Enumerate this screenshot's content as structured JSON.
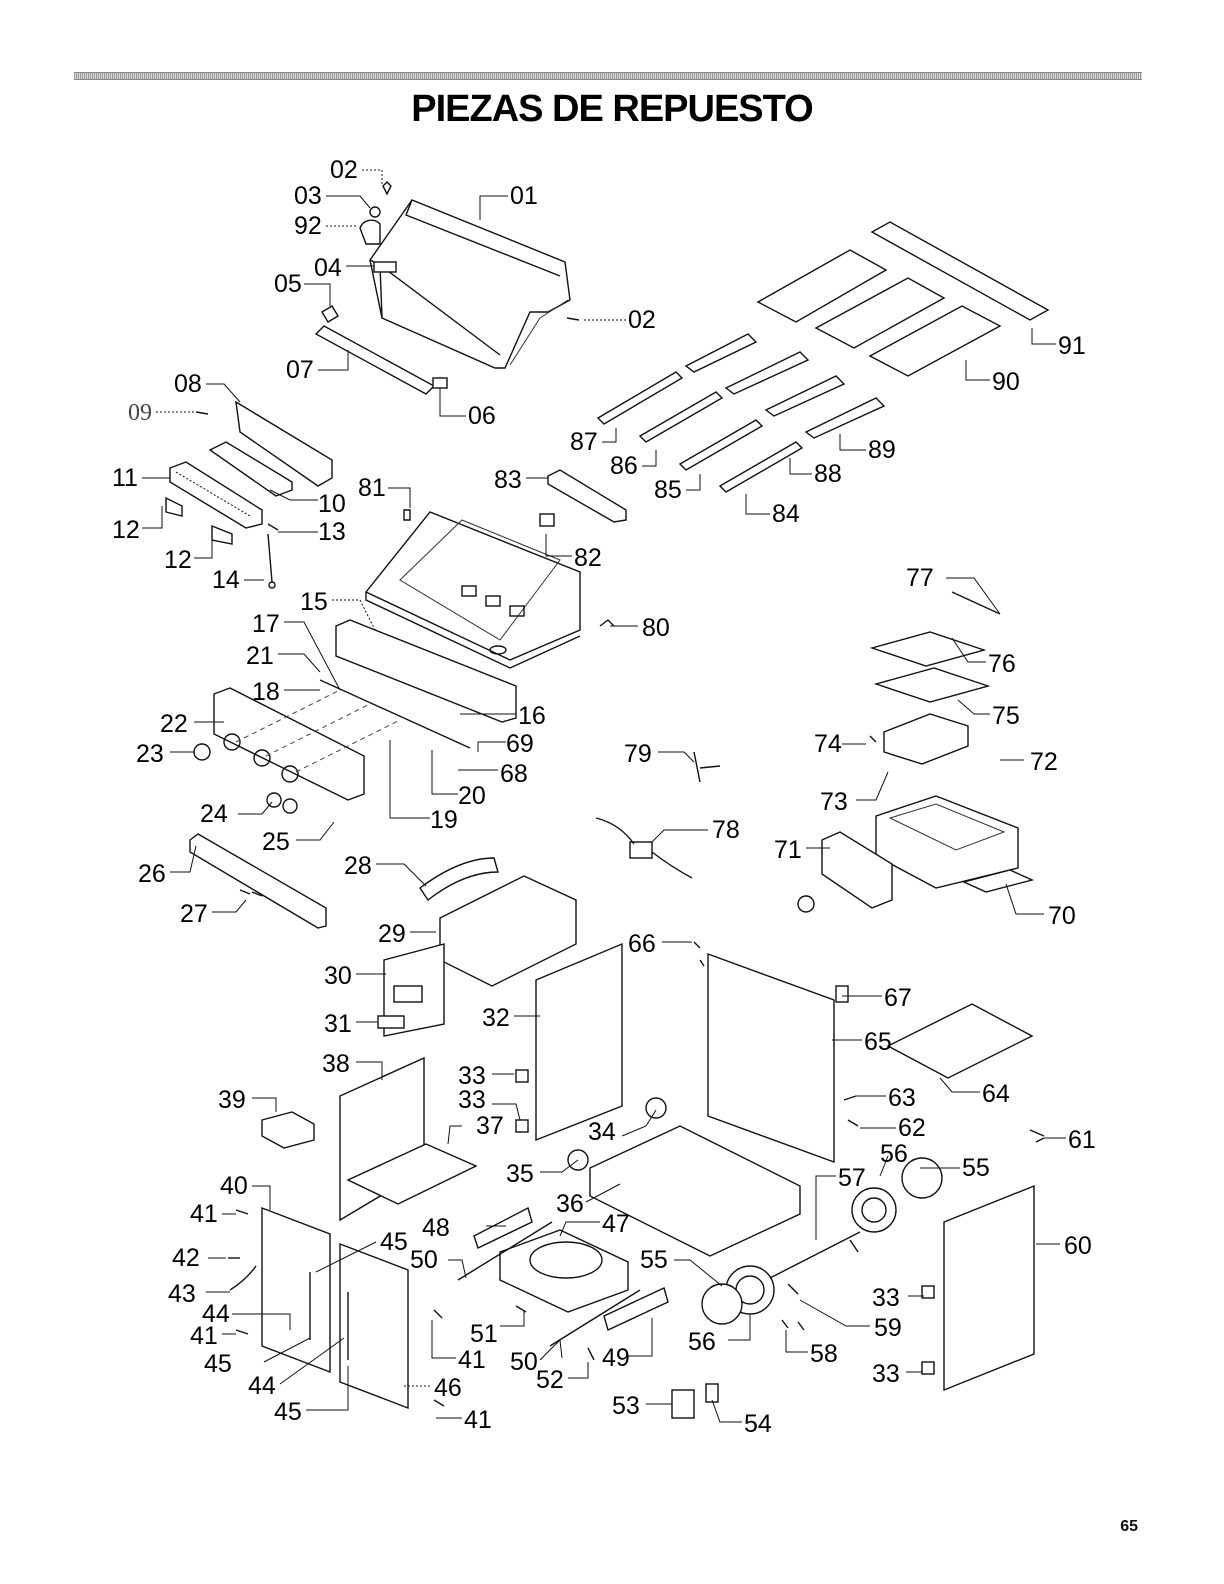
{
  "page": {
    "title": "PIEZAS DE REPUESTO",
    "page_number": "65"
  },
  "callouts": [
    {
      "id": "c02a",
      "text": "02"
    },
    {
      "id": "c03",
      "text": "03"
    },
    {
      "id": "c92",
      "text": "92"
    },
    {
      "id": "c01",
      "text": "01"
    },
    {
      "id": "c04",
      "text": "04"
    },
    {
      "id": "c05",
      "text": "05"
    },
    {
      "id": "c02b",
      "text": "02"
    },
    {
      "id": "c07",
      "text": "07"
    },
    {
      "id": "c06",
      "text": "06"
    },
    {
      "id": "c08",
      "text": "08"
    },
    {
      "id": "c09",
      "text": "09"
    },
    {
      "id": "c11",
      "text": "11"
    },
    {
      "id": "c10",
      "text": "10"
    },
    {
      "id": "c12a",
      "text": "12"
    },
    {
      "id": "c13",
      "text": "13"
    },
    {
      "id": "c12b",
      "text": "12"
    },
    {
      "id": "c14",
      "text": "14"
    },
    {
      "id": "c81",
      "text": "81"
    },
    {
      "id": "c83",
      "text": "83"
    },
    {
      "id": "c82",
      "text": "82"
    },
    {
      "id": "c87",
      "text": "87"
    },
    {
      "id": "c86",
      "text": "86"
    },
    {
      "id": "c85",
      "text": "85"
    },
    {
      "id": "c88",
      "text": "88"
    },
    {
      "id": "c84",
      "text": "84"
    },
    {
      "id": "c89",
      "text": "89"
    },
    {
      "id": "c91",
      "text": "91"
    },
    {
      "id": "c90",
      "text": "90"
    },
    {
      "id": "c15",
      "text": "15"
    },
    {
      "id": "c17",
      "text": "17"
    },
    {
      "id": "c21",
      "text": "21"
    },
    {
      "id": "c18",
      "text": "18"
    },
    {
      "id": "c22",
      "text": "22"
    },
    {
      "id": "c23",
      "text": "23"
    },
    {
      "id": "c16",
      "text": "16"
    },
    {
      "id": "c69",
      "text": "69"
    },
    {
      "id": "c68",
      "text": "68"
    },
    {
      "id": "c20",
      "text": "20"
    },
    {
      "id": "c19",
      "text": "19"
    },
    {
      "id": "c24",
      "text": "24"
    },
    {
      "id": "c25",
      "text": "25"
    },
    {
      "id": "c80",
      "text": "80"
    },
    {
      "id": "c79",
      "text": "79"
    },
    {
      "id": "c77",
      "text": "77"
    },
    {
      "id": "c76",
      "text": "76"
    },
    {
      "id": "c75",
      "text": "75"
    },
    {
      "id": "c74",
      "text": "74"
    },
    {
      "id": "c73",
      "text": "73"
    },
    {
      "id": "c72",
      "text": "72"
    },
    {
      "id": "c78",
      "text": "78"
    },
    {
      "id": "c71",
      "text": "71"
    },
    {
      "id": "c70",
      "text": "70"
    },
    {
      "id": "c26",
      "text": "26"
    },
    {
      "id": "c27",
      "text": "27"
    },
    {
      "id": "c28",
      "text": "28"
    },
    {
      "id": "c29",
      "text": "29"
    },
    {
      "id": "c66",
      "text": "66"
    },
    {
      "id": "c30",
      "text": "30"
    },
    {
      "id": "c67",
      "text": "67"
    },
    {
      "id": "c31",
      "text": "31"
    },
    {
      "id": "c32",
      "text": "32"
    },
    {
      "id": "c65",
      "text": "65"
    },
    {
      "id": "c38",
      "text": "38"
    },
    {
      "id": "c33a",
      "text": "33"
    },
    {
      "id": "c64",
      "text": "64"
    },
    {
      "id": "c63",
      "text": "63"
    },
    {
      "id": "c39",
      "text": "39"
    },
    {
      "id": "c33b",
      "text": "33"
    },
    {
      "id": "c37",
      "text": "37"
    },
    {
      "id": "c34",
      "text": "34"
    },
    {
      "id": "c62",
      "text": "62"
    },
    {
      "id": "c61",
      "text": "61"
    },
    {
      "id": "c56a",
      "text": "56"
    },
    {
      "id": "c55a",
      "text": "55"
    },
    {
      "id": "c35",
      "text": "35"
    },
    {
      "id": "c57",
      "text": "57"
    },
    {
      "id": "c40",
      "text": "40"
    },
    {
      "id": "c36",
      "text": "36"
    },
    {
      "id": "c41a",
      "text": "41"
    },
    {
      "id": "c48",
      "text": "48"
    },
    {
      "id": "c47",
      "text": "47"
    },
    {
      "id": "c60",
      "text": "60"
    },
    {
      "id": "c45a",
      "text": "45"
    },
    {
      "id": "c42",
      "text": "42"
    },
    {
      "id": "c50a",
      "text": "50"
    },
    {
      "id": "c55b",
      "text": "55"
    },
    {
      "id": "c43",
      "text": "43"
    },
    {
      "id": "c33c",
      "text": "33"
    },
    {
      "id": "c44a",
      "text": "44"
    },
    {
      "id": "c59",
      "text": "59"
    },
    {
      "id": "c41b",
      "text": "41"
    },
    {
      "id": "c51",
      "text": "51"
    },
    {
      "id": "c56b",
      "text": "56"
    },
    {
      "id": "c45b",
      "text": "45"
    },
    {
      "id": "c41c",
      "text": "41"
    },
    {
      "id": "c50b",
      "text": "50"
    },
    {
      "id": "c49",
      "text": "49"
    },
    {
      "id": "c58",
      "text": "58"
    },
    {
      "id": "c44b",
      "text": "44"
    },
    {
      "id": "c52",
      "text": "52"
    },
    {
      "id": "c33d",
      "text": "33"
    },
    {
      "id": "c46",
      "text": "46"
    },
    {
      "id": "c45c",
      "text": "45"
    },
    {
      "id": "c53",
      "text": "53"
    },
    {
      "id": "c41d",
      "text": "41"
    },
    {
      "id": "c54",
      "text": "54"
    }
  ]
}
